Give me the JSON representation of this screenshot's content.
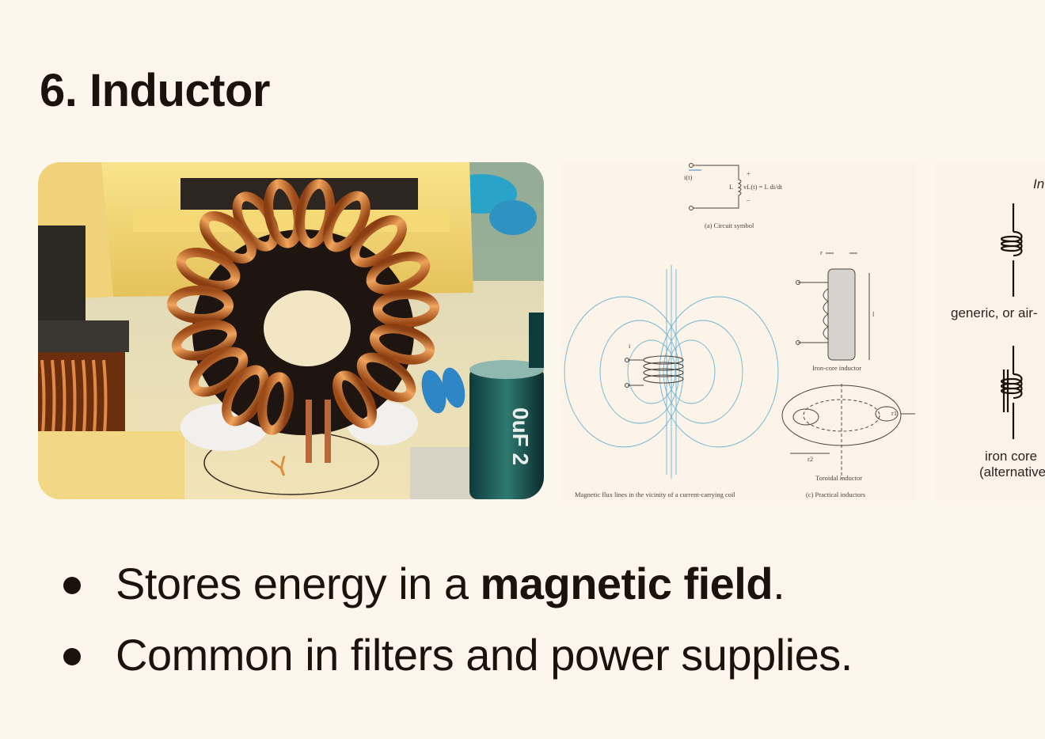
{
  "slide": {
    "title": "6. Inductor"
  },
  "diagram": {
    "it": "i(t)",
    "plus": "+",
    "minus": "–",
    "L": "L",
    "vl": "vL(t) = L di/dt",
    "circuit_caption": "(a) Circuit symbol",
    "r_label": "r",
    "l_label": "l",
    "i_label": "i",
    "r1_label": "r1",
    "r2_label": "r2",
    "iron_caption": "Iron-core inductor",
    "toroid_caption": "Toroidal inductor",
    "flux_caption": "Magnetic flux lines in the vicinity of a current-carrying coil",
    "practical_caption": "(c) Practical inductors"
  },
  "symbols": {
    "heading": "In",
    "generic_label": "generic, or air-",
    "iron_label_1": "iron core",
    "iron_label_2": "(alternative"
  },
  "bullets": {
    "b1_pre": "Stores energy in a ",
    "b1_bold": "magnetic field",
    "b1_post": ".",
    "b2": "Common in filters and power supplies."
  },
  "colors": {
    "background": "#fdf6ec",
    "text": "#1c120c",
    "copper": "#c8742c",
    "flux_lines": "#6ab3d6"
  }
}
